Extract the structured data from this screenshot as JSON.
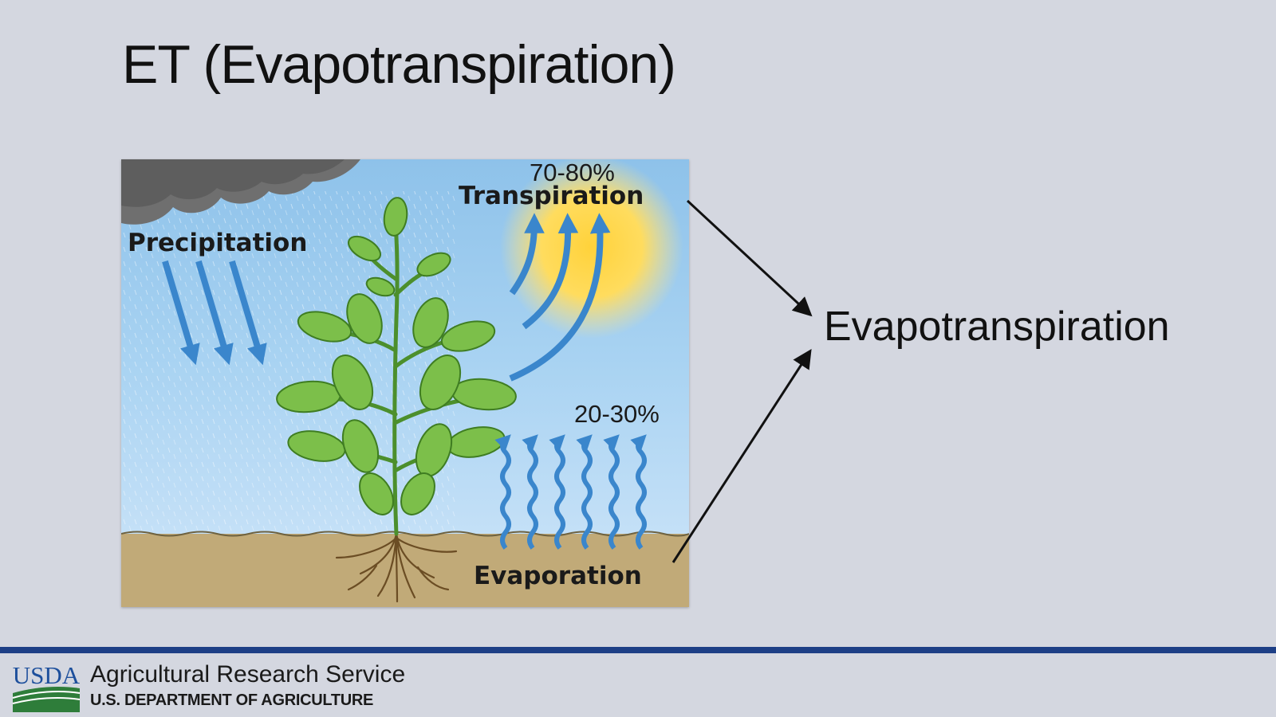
{
  "slide": {
    "title": "ET (Evapotranspiration)"
  },
  "diagram": {
    "precipitation_label": "Precipitation",
    "transpiration_label": "Transpiration",
    "transpiration_percent": "70-80%",
    "evaporation_label": "Evaporation",
    "evaporation_percent": "20-30%"
  },
  "result": {
    "label": "Evapotranspiration"
  },
  "footer": {
    "logo_text": "USDA",
    "agency_name": "Agricultural Research Service",
    "department": "U.S. DEPARTMENT OF AGRICULTURE"
  },
  "colors": {
    "background": "#d4d7e0",
    "footer_rule": "#1d3f86",
    "arrow_blue": "#3a86cc",
    "leaf_green": "#7cbf4a",
    "soil": "#c1aa78",
    "sun": "#ffd84a",
    "logo_green": "#2e7d3a"
  }
}
